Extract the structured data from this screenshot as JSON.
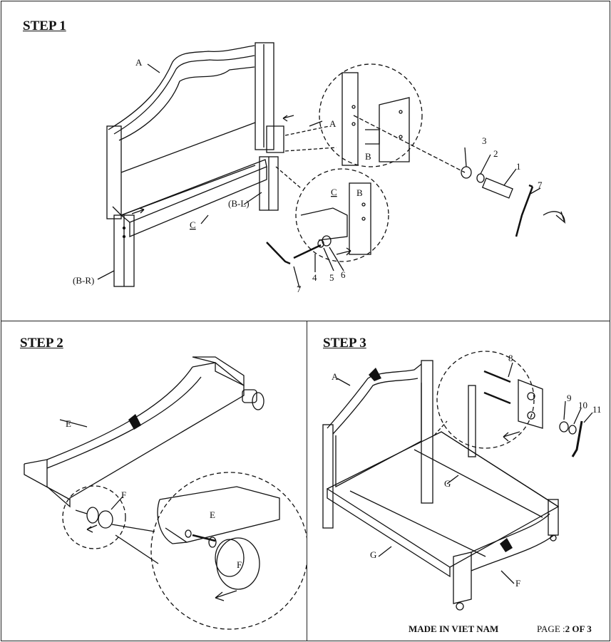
{
  "steps": {
    "step1": "STEP 1",
    "step2": "STEP 2",
    "step3": "STEP 3"
  },
  "labels": {
    "a": "A",
    "b": "B",
    "c": "C",
    "e": "E",
    "f": "F",
    "g": "G",
    "bl": "(B-L)",
    "br": "(B-R)",
    "n1": "1",
    "n2": "2",
    "n3": "3",
    "n4": "4",
    "n5": "5",
    "n6": "6",
    "n7": "7",
    "n8": "8",
    "n9": "9",
    "n10": "10",
    "n11": "11"
  },
  "footer": {
    "made_in": "MADE  IN VIET NAM",
    "page_label": "PAGE :",
    "page_value": "2 OF 3"
  }
}
